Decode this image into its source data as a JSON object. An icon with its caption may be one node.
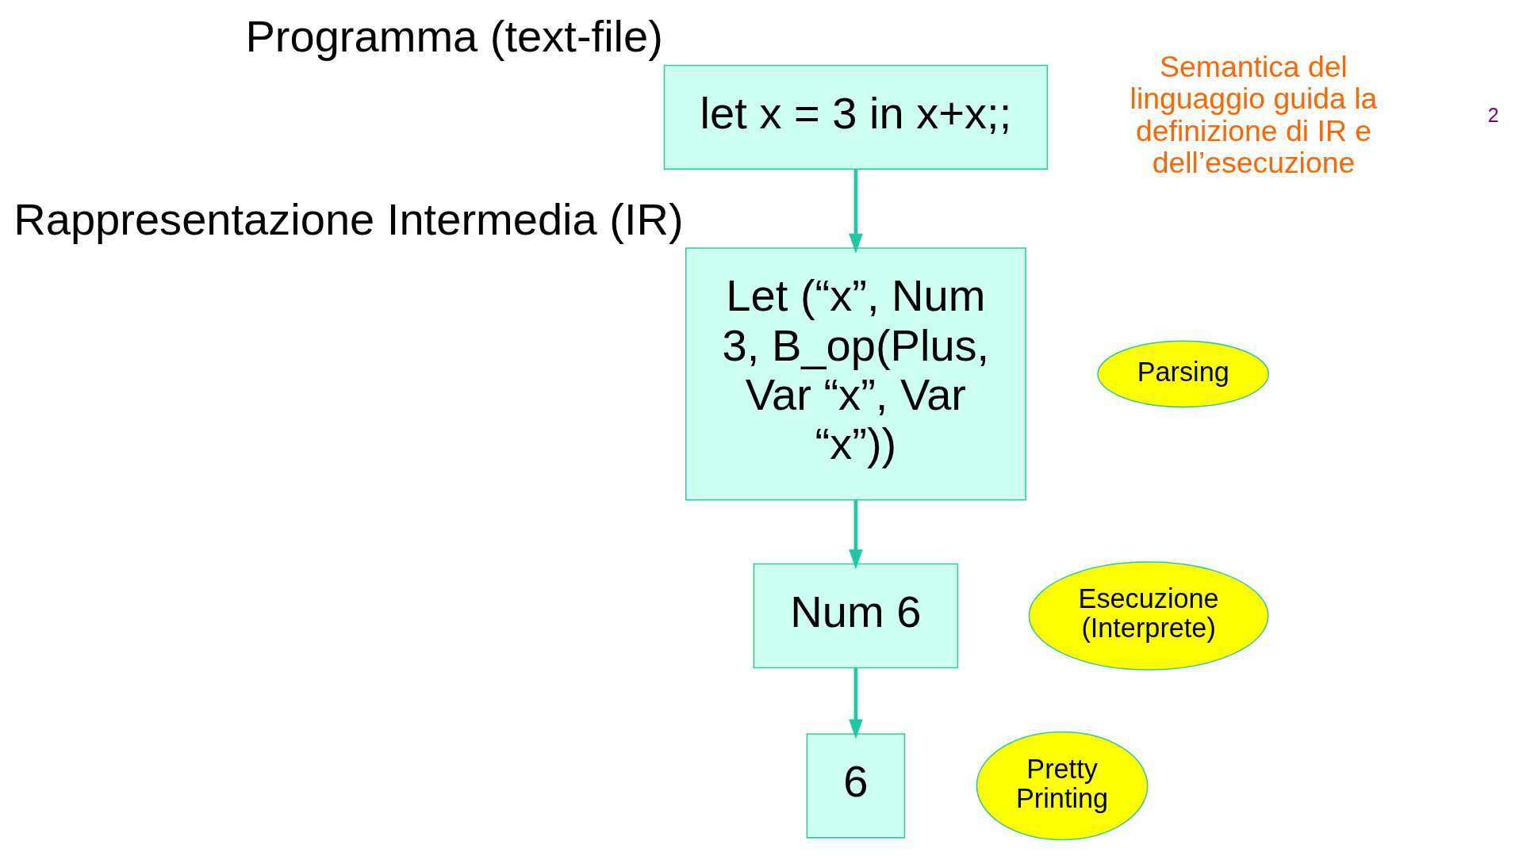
{
  "diagram": {
    "nodes": [
      {
        "text": [
          "let x = 3 in x+x;;"
        ],
        "beside": [
          "Programma (text-file)"
        ]
      },
      {
        "text": [
          "Let (“x”, Num 3, B_op(Plus, Var “x”, Var “x”))"
        ],
        "beside": [
          "Rappresentazione Intermedia (IR)"
        ]
      },
      {
        "text": [
          "Num 6"
        ]
      },
      {
        "text": [
          "6"
        ]
      },
      {
        "text": [
          "Parsing"
        ]
      },
      {
        "text": [
          "Esecuzione (Interprete)"
        ]
      },
      {
        "text": [
          "Pretty Printing"
        ]
      }
    ],
    "edges": [
      {
        "from": 0,
        "to": 1,
        "arrow": "to"
      },
      {
        "from": 1,
        "to": 2,
        "arrow": "to"
      },
      {
        "from": 2,
        "to": 3,
        "arrow": "to"
      }
    ],
    "labels": [
      "Semantica del linguaggio guida la definizione di IR e dell’esecuzione",
      "2"
    ]
  }
}
